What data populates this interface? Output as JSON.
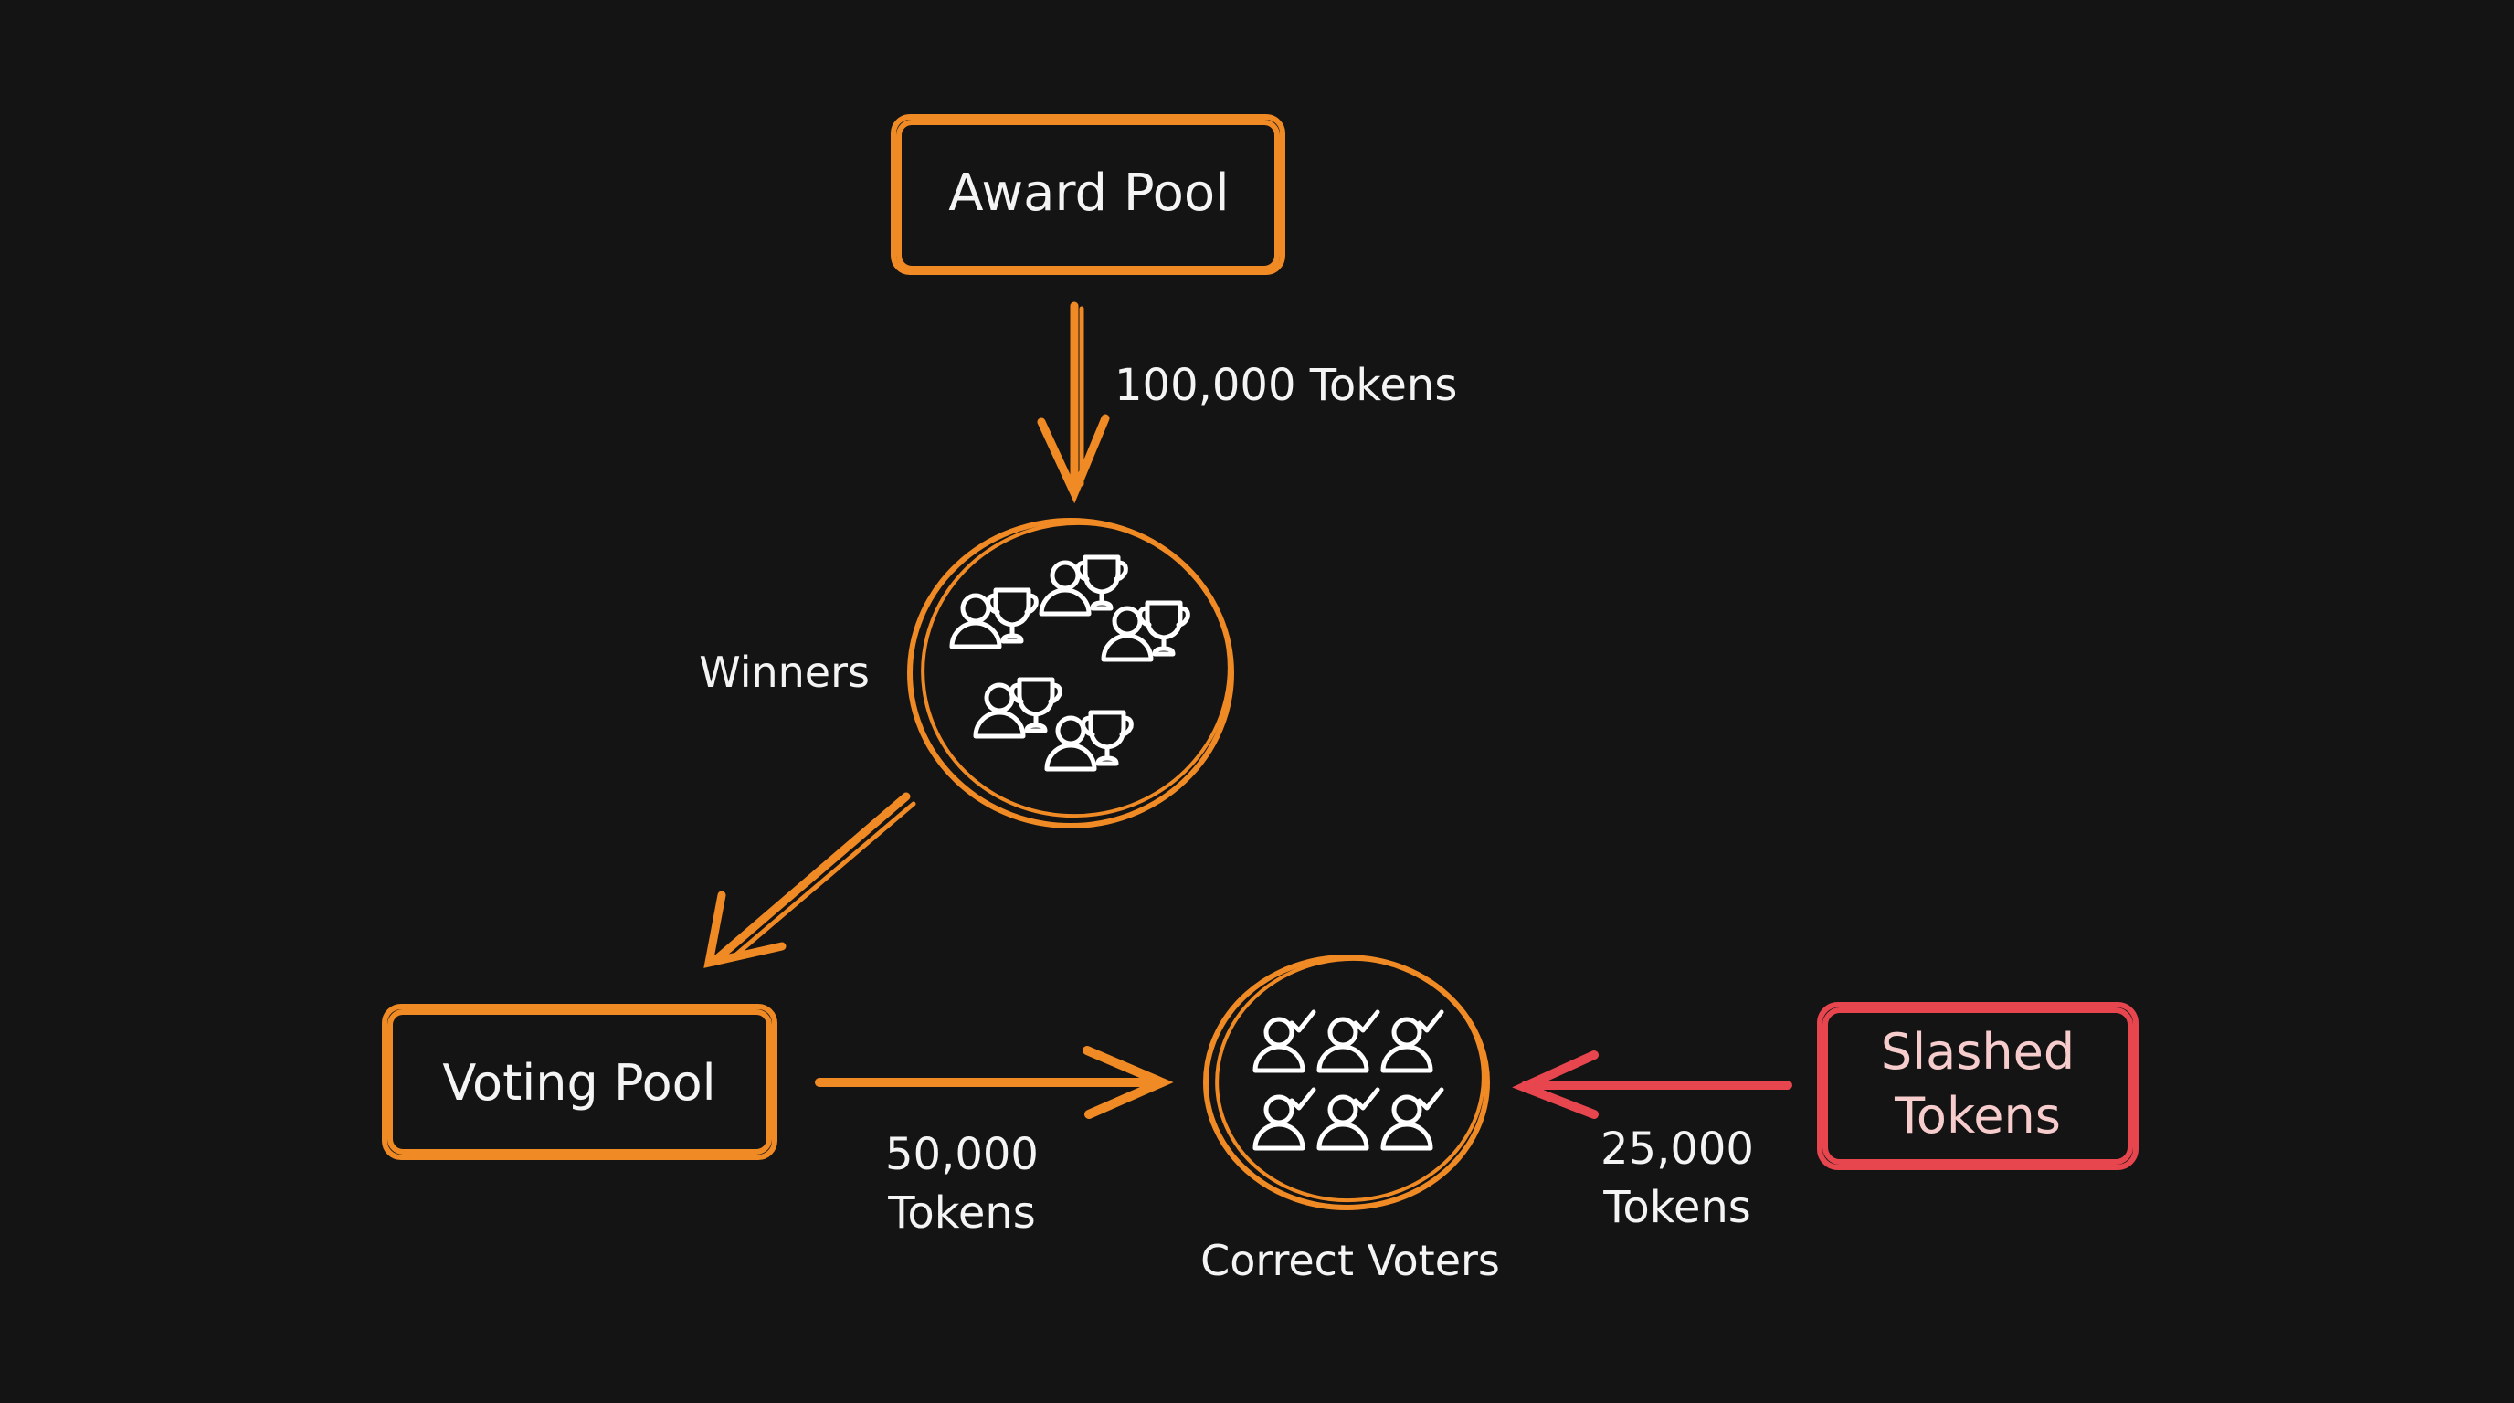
{
  "colors": {
    "background": "#141414",
    "flow": "#f08a24",
    "slashed": "#e8464f",
    "slashed_text": "#f7cccc",
    "text": "#f4f4f4"
  },
  "nodes": {
    "award_pool": {
      "label": "Award Pool"
    },
    "winners": {
      "label": "Winners",
      "icon": "person-with-trophy-icon"
    },
    "voting_pool": {
      "label": "Voting Pool"
    },
    "correct_voters": {
      "label": "Correct Voters",
      "icon": "person-with-check-icon"
    },
    "slashed_tokens": {
      "label_line1": "Slashed",
      "label_line2": "Tokens"
    }
  },
  "edges": {
    "award_to_winners": {
      "label": "100,000 Tokens"
    },
    "winners_to_voting": {
      "label": ""
    },
    "voting_to_correct": {
      "label_line1": "50,000",
      "label_line2": "Tokens"
    },
    "slashed_to_correct": {
      "label_line1": "25,000",
      "label_line2": "Tokens"
    }
  }
}
